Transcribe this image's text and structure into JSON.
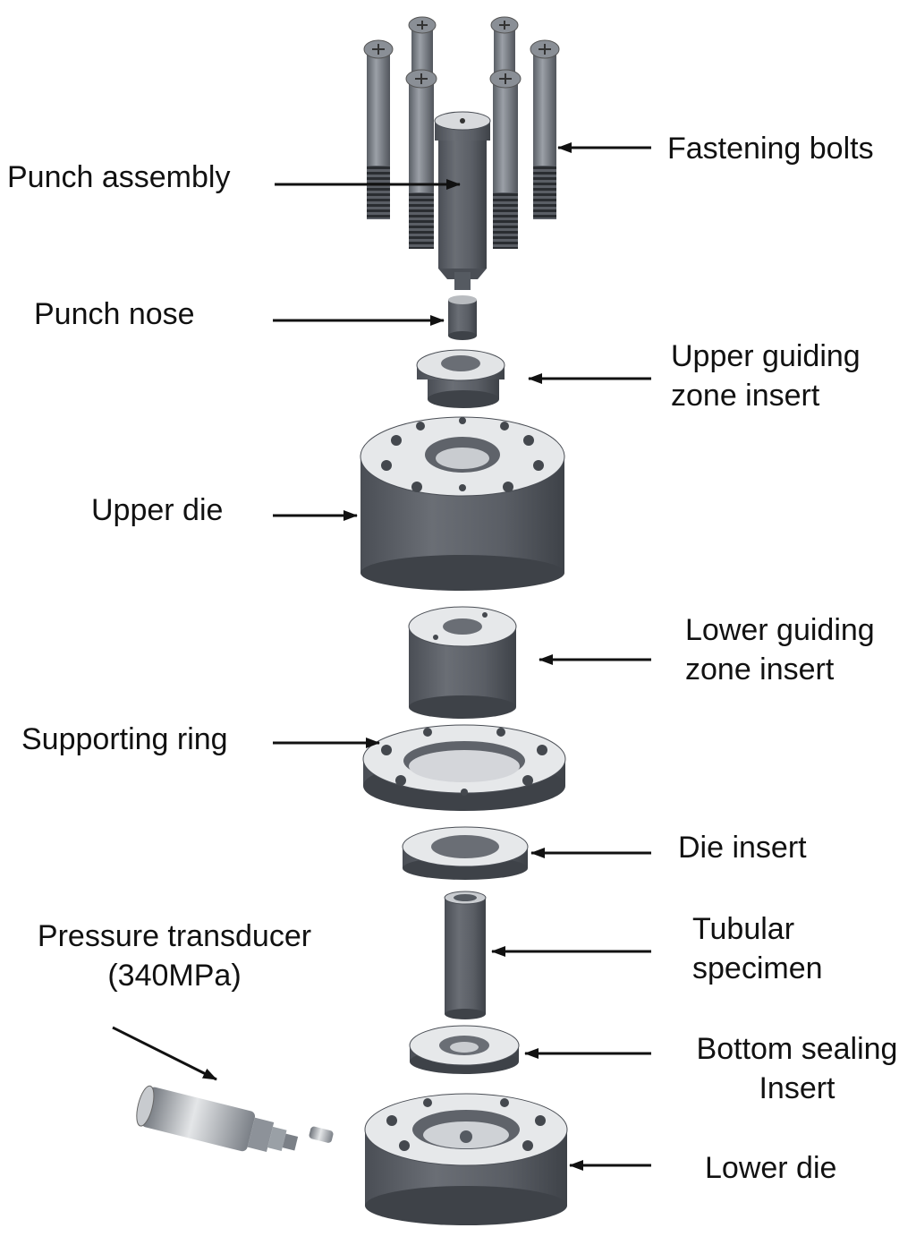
{
  "labels": {
    "fastening_bolts": "Fastening bolts",
    "punch_assembly": "Punch assembly",
    "punch_nose": "Punch nose",
    "upper_guiding_1": "Upper guiding",
    "upper_guiding_2": "zone insert",
    "upper_die": "Upper die",
    "lower_guiding_1": "Lower guiding",
    "lower_guiding_2": "zone insert",
    "supporting_ring": "Supporting ring",
    "die_insert": "Die insert",
    "tubular_1": "Tubular",
    "tubular_2": "specimen",
    "pressure_1": "Pressure transducer",
    "pressure_2": "(340MPa)",
    "bottom_1": "Bottom sealing",
    "bottom_2": "Insert",
    "lower_die": "Lower die"
  },
  "colors": {
    "part_dark": "#5b5f66",
    "part_light": "#e6e8ea",
    "steel": "#9aa0a6",
    "arrow": "#111111"
  }
}
